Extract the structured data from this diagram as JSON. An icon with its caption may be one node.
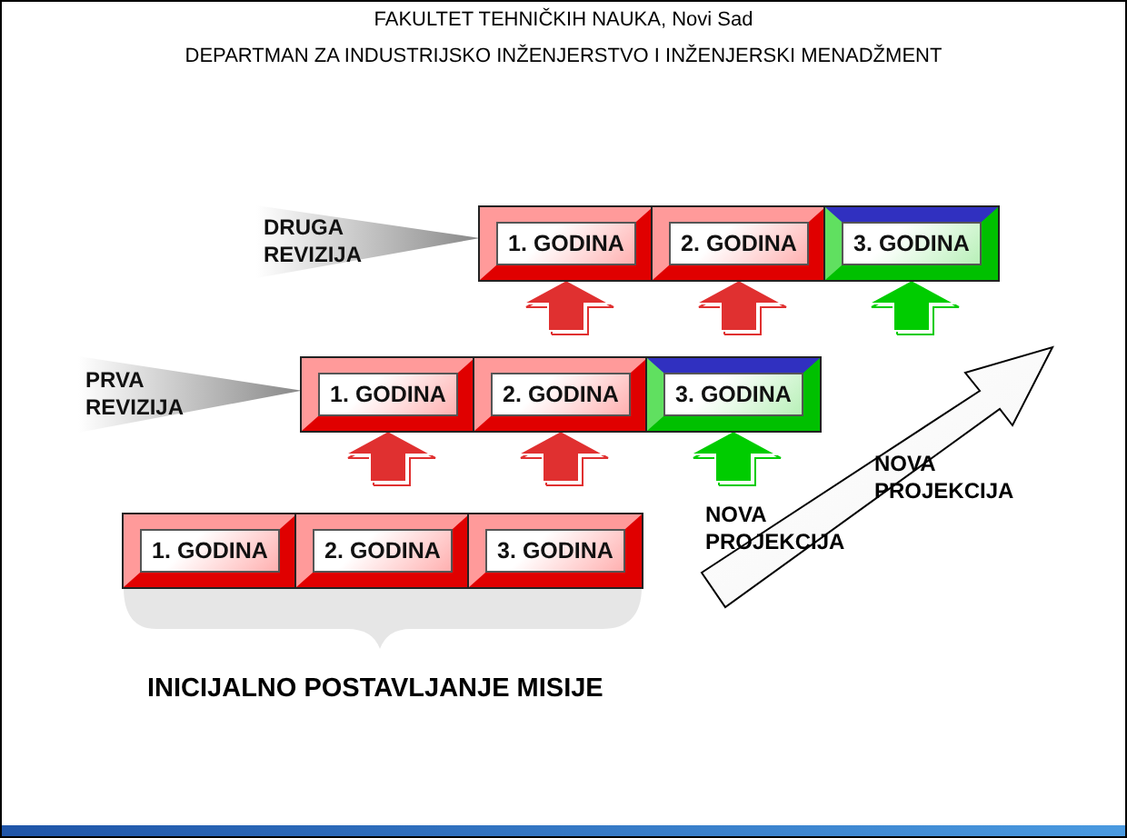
{
  "diagram": {
    "title": "FAKULTET TEHNIČKIH NAUKA, Novi Sad",
    "nodes": [
      {
        "text": [
          "DRUGA REVIZIJA"
        ]
      },
      {
        "text": [
          "1. GODINA"
        ]
      },
      {
        "text": [
          "2. GODINA"
        ]
      },
      {
        "text": [
          "3. GODINA"
        ]
      },
      {
        "text": [
          "PRVA REVIZIJA"
        ]
      },
      {
        "text": [
          "1. GODINA"
        ]
      },
      {
        "text": [
          "2. GODINA"
        ]
      },
      {
        "text": [
          "3. GODINA"
        ]
      },
      {
        "text": [
          "1. GODINA"
        ]
      },
      {
        "text": [
          "2. GODINA"
        ]
      },
      {
        "text": [
          "3. GODINA"
        ]
      }
    ],
    "edges": [
      {
        "from": null,
        "to": 1,
        "arrow": "to"
      },
      {
        "from": null,
        "to": 2,
        "arrow": "to"
      },
      {
        "from": null,
        "to": 3,
        "arrow": "to",
        "color": "#00cc00"
      },
      {
        "from": null,
        "to": 5,
        "arrow": "to"
      },
      {
        "from": null,
        "to": 6,
        "arrow": "to"
      },
      {
        "from": null,
        "to": 7,
        "arrow": "to",
        "color": "#00cc00"
      }
    ],
    "labels": [
      "DEPARTMAN ZA INDUSTRIJSKO INŽENJERSTVO I INŽENJERSKI MENADŽMENT",
      "NOVA PROJEKCIJA",
      "NOVA PROJEKCIJA",
      "INICIJALNO POSTAVLJANJE MISIJE"
    ]
  }
}
